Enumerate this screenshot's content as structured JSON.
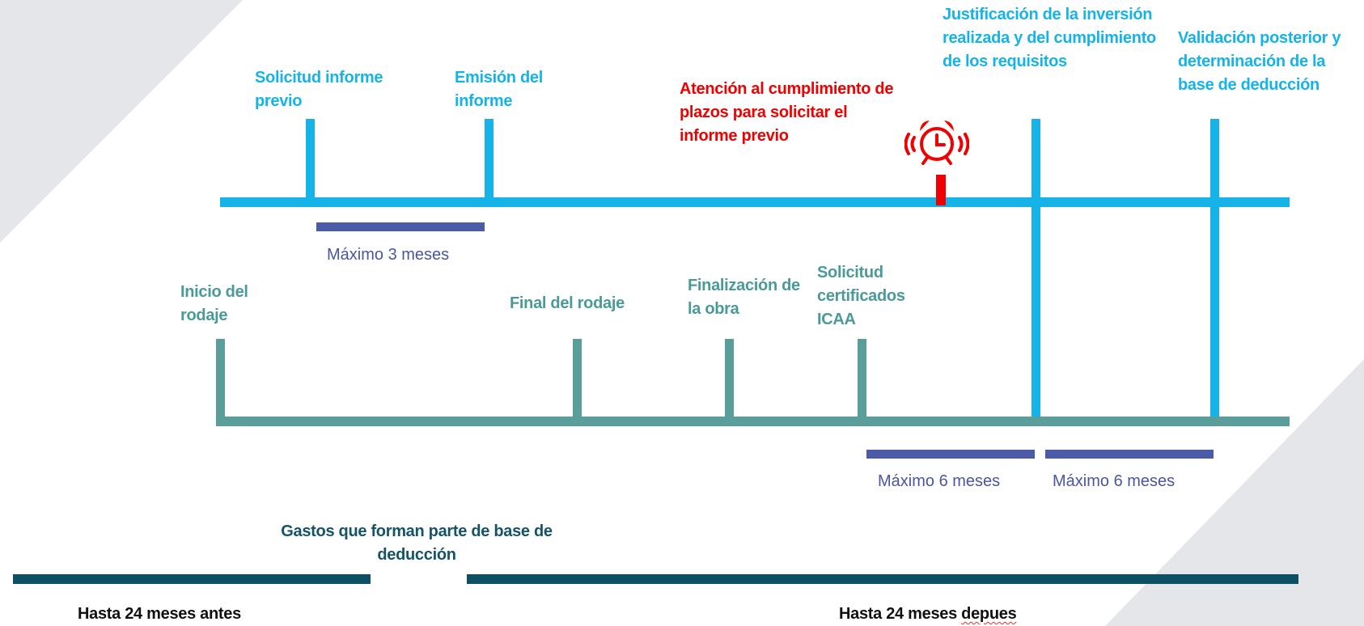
{
  "upper_timeline": {
    "milestones": [
      {
        "id": "solicitud",
        "label": "Solicitud informe previo"
      },
      {
        "id": "emision",
        "label": "Emisión del informe"
      },
      {
        "id": "justificacion",
        "label": "Justificación de la inversión realizada y del cumplimiento de los requisitos"
      },
      {
        "id": "validacion",
        "label": "Validación posterior y determinación de la base de deducción"
      }
    ],
    "warning_text": "Atención al cumplimiento de plazos para solicitar el informe previo",
    "warning_icon": "alarm-clock-icon",
    "range_label": "Máximo 3 meses"
  },
  "lower_timeline": {
    "milestones": [
      {
        "id": "inicio",
        "label": "Inicio del rodaje"
      },
      {
        "id": "final",
        "label": "Final del rodaje"
      },
      {
        "id": "finalizacion",
        "label": "Finalización de la obra"
      },
      {
        "id": "certificados",
        "label": "Solicitud certificados ICAA"
      }
    ],
    "ranges": [
      "Máximo 6 meses",
      "Máximo 6 meses"
    ]
  },
  "expenses": {
    "title": "Gastos que forman parte de base de deducción",
    "before_label": "Hasta 24 meses antes",
    "after_label": "Hasta 24 meses depues"
  },
  "colors": {
    "upper_line": "#16b3e8",
    "lower_line": "#5a9e9c",
    "range_bar": "#4c5ba8",
    "expense_bar": "#0f4f66",
    "warning": "#f00000"
  }
}
